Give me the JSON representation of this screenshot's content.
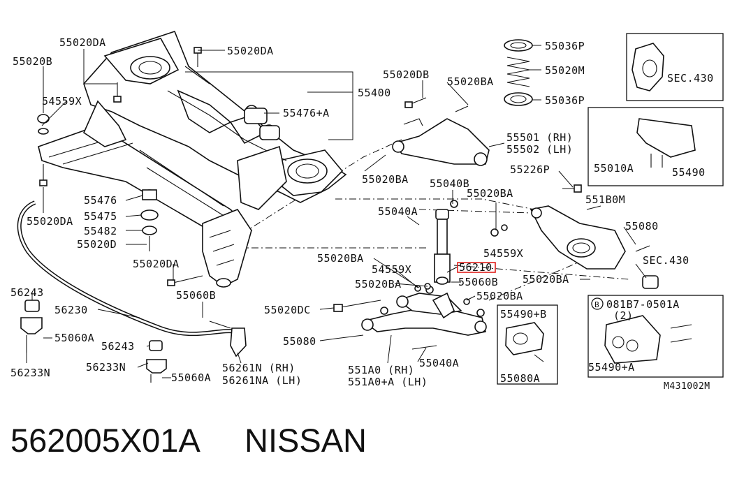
{
  "labels": {
    "l55020DA_a": "55020DA",
    "l55020DA_b": "55020DA",
    "l55020B": "55020B",
    "l54559X_a": "54559X",
    "l55400": "55400",
    "l55476A": "55476+A",
    "l55020DB": "55020DB",
    "l55020BA_a": "55020BA",
    "l55036P_a": "55036P",
    "l55020M": "55020M",
    "l55036P_b": "55036P",
    "lSEC430_a": "SEC.430",
    "l55501": "55501 (RH)",
    "l55502": "55502 (LH)",
    "l55010A": "55010A",
    "l55490": "55490",
    "l55020BA_b": "55020BA",
    "l55040B": "55040B",
    "l55226P": "55226P",
    "l55476": "55476",
    "l55475": "55475",
    "l55482": "55482",
    "l55020D": "55020D",
    "l55020DA_c": "55020DA",
    "l55020BA_c": "55020BA",
    "l551B0M": "551B0M",
    "l55040A_a": "55040A",
    "l55080_a": "55080",
    "l54559X_b": "54559X",
    "l55020DA_d": "55020DA",
    "l55020BA_d": "55020BA",
    "l54559X_c": "54559X",
    "l56210": "56210",
    "lSEC430_b": "SEC.430",
    "l55020BA_e": "55020BA",
    "l55060B_a": "55060B",
    "l55060B_b": "55060B",
    "l55020BA_f": "55020BA",
    "l55020BA_g": "55020BA",
    "l56243_a": "56243",
    "l56230": "56230",
    "l55020DC": "55020DC",
    "l55490B": "55490+B",
    "l081B7": "081B7-0501A",
    "l081B7qty": "(2)",
    "l55060A_a": "55060A",
    "l56243_b": "56243",
    "l55080_b": "55080",
    "l55040A_b": "55040A",
    "l56233N_a": "56233N",
    "l56233N_b": "56233N",
    "l55060A_b": "55060A",
    "l56261N": "56261N (RH)",
    "l56261NA": "56261NA (LH)",
    "l551A0": "551A0 (RH)",
    "l551A0A": "551A0+A (LH)",
    "l55080A": "55080A",
    "l55490A": "55490+A",
    "figcode": "M431002M",
    "callout_B": "B"
  },
  "footer": {
    "part_number": "562005X01A",
    "brand": "NISSAN"
  },
  "highlight_color": "#e0201c"
}
